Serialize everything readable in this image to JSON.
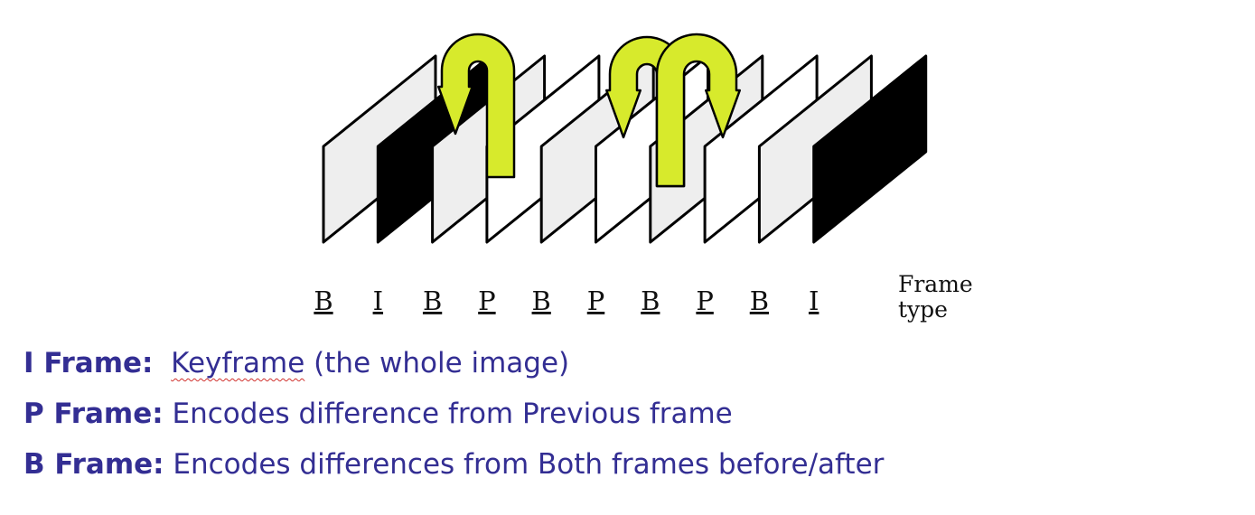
{
  "diagram": {
    "frames": [
      {
        "type": "B",
        "fill": "#eeeeee"
      },
      {
        "type": "I",
        "fill": "#000000"
      },
      {
        "type": "B",
        "fill": "#eeeeee"
      },
      {
        "type": "P",
        "fill": "#ffffff"
      },
      {
        "type": "B",
        "fill": "#eeeeee"
      },
      {
        "type": "P",
        "fill": "#ffffff"
      },
      {
        "type": "B",
        "fill": "#eeeeee"
      },
      {
        "type": "P",
        "fill": "#ffffff"
      },
      {
        "type": "B",
        "fill": "#eeeeee"
      },
      {
        "type": "I",
        "fill": "#000000"
      }
    ],
    "frame_type_caption": [
      "Frame",
      "type"
    ],
    "arrow_color": "#d7ea2c"
  },
  "legend": {
    "i": {
      "term": "I Frame:",
      "pre": "",
      "highlight": "Keyframe",
      "post": " (the whole image)"
    },
    "p": {
      "term": "P Frame:",
      "desc": "Encodes difference from Previous frame"
    },
    "b": {
      "term": "B Frame:",
      "desc": "Encodes differences from Both frames before/after"
    }
  },
  "text_color": "#332e93"
}
